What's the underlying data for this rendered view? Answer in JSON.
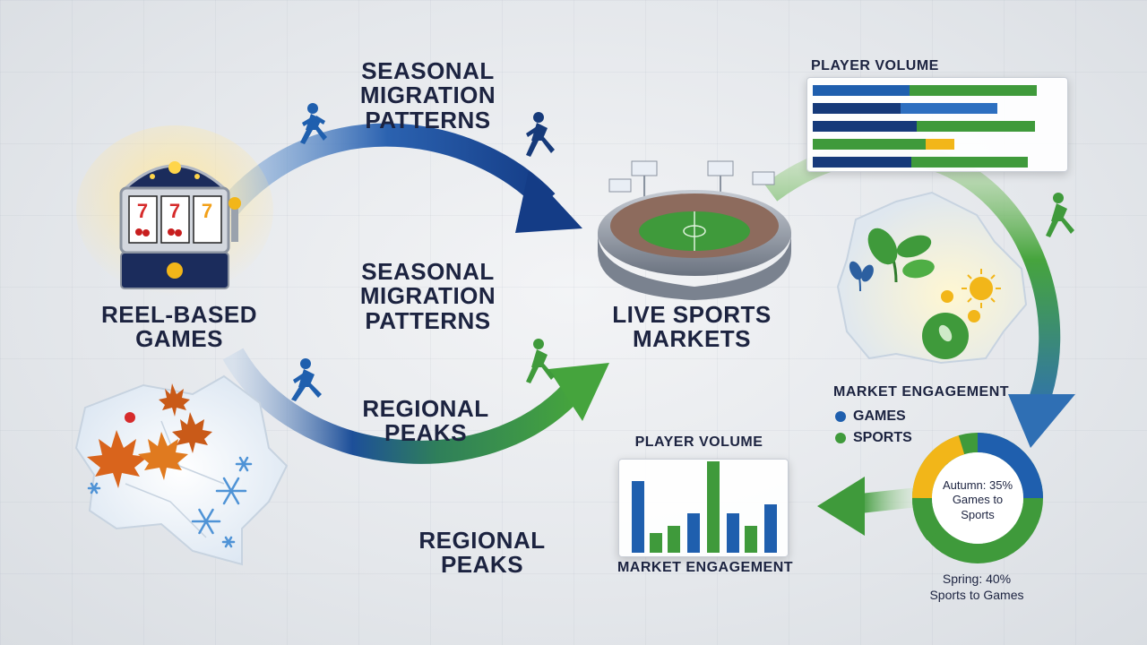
{
  "labels": {
    "seasonal_top": [
      "SEASONAL",
      "MIGRATION",
      "PATTERNS"
    ],
    "seasonal_mid": [
      "SEASONAL",
      "MIGRATION",
      "PATTERNS"
    ],
    "reel_games": [
      "REEL-BASED",
      "GAMES"
    ],
    "live_sports": [
      "LIVE SPORTS",
      "MARKETS"
    ],
    "regional_peaks_mid": [
      "REGIONAL",
      "PEAKS"
    ],
    "regional_peaks_low": [
      "REGIONAL",
      "PEAKS"
    ],
    "player_volume_top": "PLAYER VOLUME",
    "player_volume_chart": "PLAYER VOLUME",
    "market_engagement_chart": "MARKET ENGAGEMENT",
    "market_engagement_legend": "MARKET ENGAGEMENT"
  },
  "legend": [
    {
      "label": "GAMES",
      "color": "#1f5fae"
    },
    {
      "label": "SPORTS",
      "color": "#3f9a3b"
    }
  ],
  "donut": {
    "center_text": [
      "Autumn: 35%",
      "Games to",
      "Sports"
    ],
    "caption": [
      "Spring: 40%",
      "Sports to Games"
    ]
  },
  "colors": {
    "navy": "#163a7a",
    "blue": "#1f5fae",
    "green": "#3f9a3b",
    "yellow": "#f2b619",
    "text": "#1c2340"
  },
  "icons": [
    "slot-machine-icon",
    "stadium-icon",
    "runner-icon",
    "maple-leaf-icon",
    "snowflake-icon",
    "sun-icon",
    "plant-icon",
    "region-map-icon"
  ]
}
